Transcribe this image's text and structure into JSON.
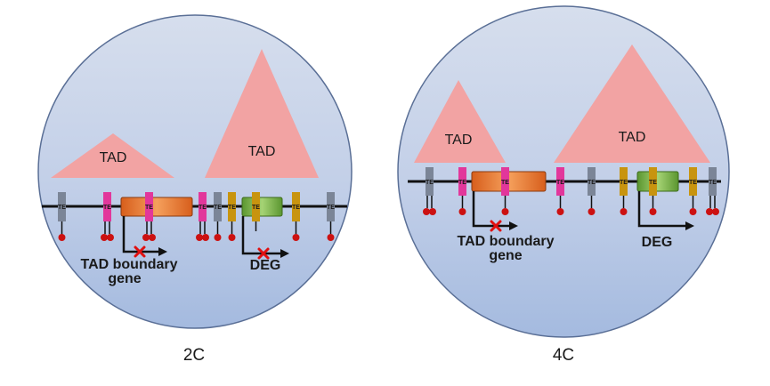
{
  "panels": [
    {
      "caption": "2C",
      "tad_labels": [
        "TAD",
        "TAD"
      ],
      "te_label": "TE",
      "boundary_gene_label": [
        "TAD boundary",
        "gene"
      ],
      "deg_label": "DEG"
    },
    {
      "caption": "4C",
      "tad_labels": [
        "TAD",
        "TAD"
      ],
      "te_label": "TE",
      "boundary_gene_label": [
        "TAD boundary",
        "gene"
      ],
      "deg_label": "DEG"
    }
  ],
  "colors": {
    "circle_top": "#cfd9ea",
    "circle_bottom": "#a4badf",
    "circle_stroke": "#5a6f96",
    "tad_fill": "#f2a3a3",
    "te_magenta": "#e2379b",
    "te_gold": "#c8940f",
    "te_gray": "#7b8597",
    "gene_orange": "#e8722a",
    "gene_green": "#6ea33b",
    "lollipop": "#cc1111",
    "cross": "#e01010"
  },
  "icons": [
    "red-cross-icon",
    "transcription-arrow-icon",
    "methylation-lollipop-icon"
  ]
}
